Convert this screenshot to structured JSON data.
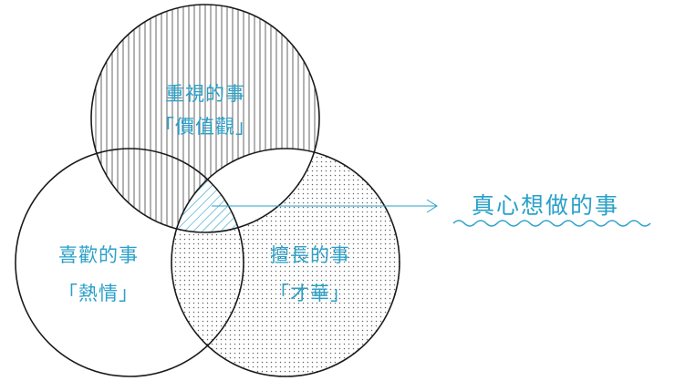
{
  "diagram": {
    "circles": {
      "values": {
        "title": "重視的事",
        "subtitle": "「價值觀」"
      },
      "passion": {
        "title": "喜歡的事",
        "subtitle": "「熱情」"
      },
      "talent": {
        "title": "擅長的事",
        "subtitle": "「才華」"
      }
    },
    "callout": {
      "text": "真心想做的事"
    },
    "colors": {
      "label": "#2aa0c8",
      "stroke": "#1a1a1a",
      "highlight": "#2aa0c8"
    }
  }
}
